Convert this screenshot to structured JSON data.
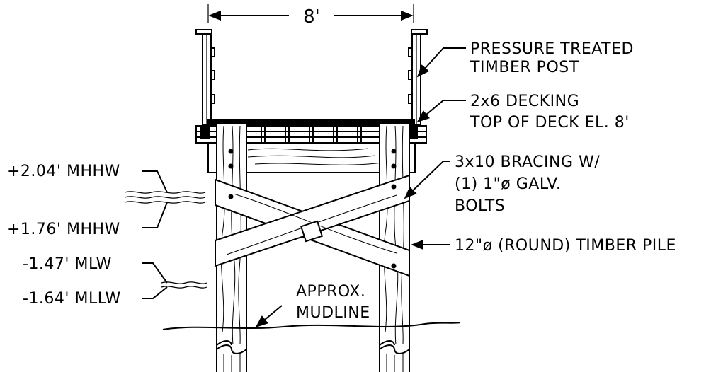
{
  "dimension": {
    "width_label": "8'"
  },
  "labels": {
    "post": [
      "PRESSURE TREATED",
      "TIMBER POST"
    ],
    "decking": [
      "2x6 DECKING",
      "TOP OF DECK EL. 8'"
    ],
    "bracing": [
      "3x10 BRACING W/",
      "(1) 1\"ø GALV.",
      "BOLTS"
    ],
    "pile": "12\"ø (ROUND) TIMBER PILE",
    "mudline": [
      "APPROX.",
      "MUDLINE"
    ]
  },
  "tides": {
    "mhhw_upper": "+2.04' MHHW",
    "mhhw_lower": "+1.76' MHHW",
    "mlw": "-1.47' MLW",
    "mllw": "-1.64' MLLW"
  }
}
